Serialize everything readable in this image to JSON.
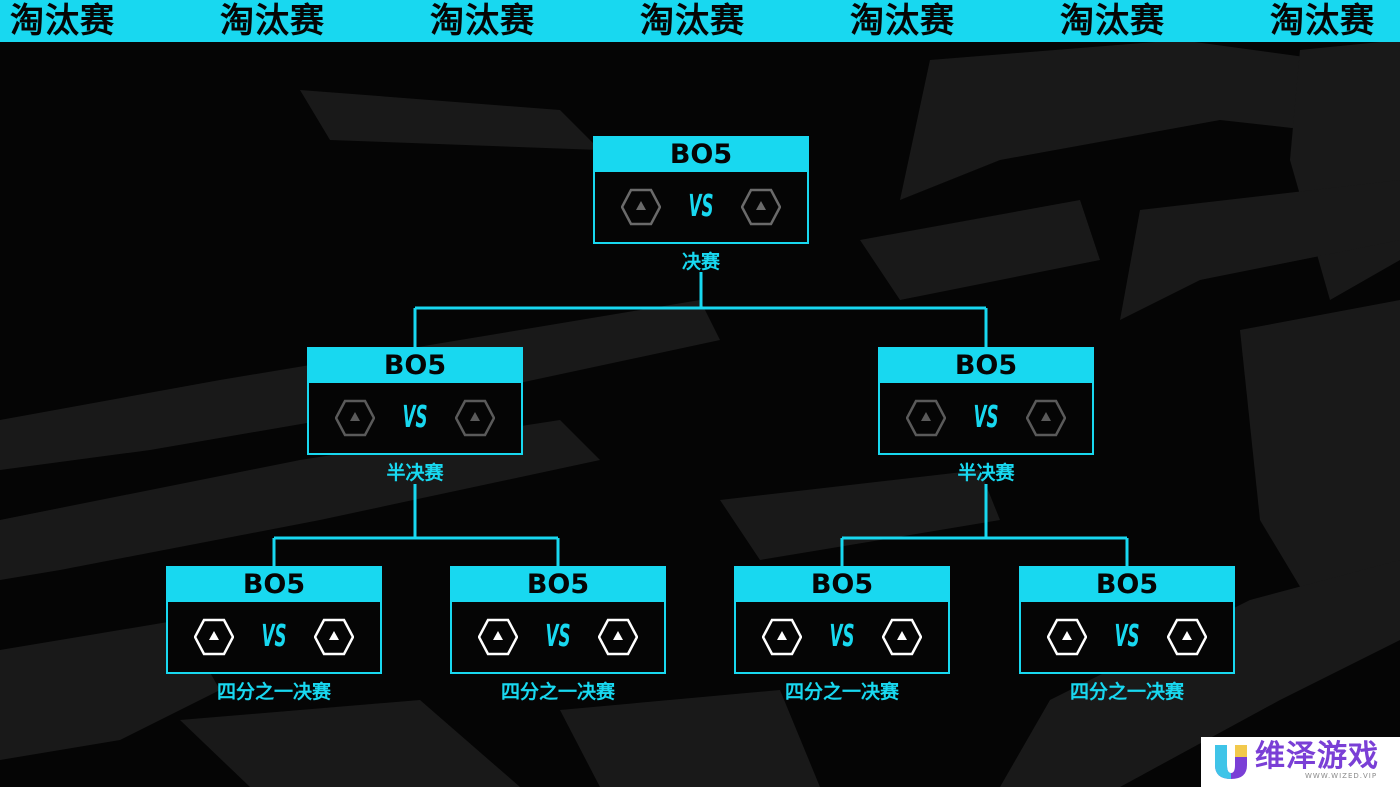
{
  "banner": {
    "words": [
      "淘汰赛",
      "淘汰赛",
      "淘汰赛",
      "淘汰赛",
      "淘汰赛",
      "淘汰赛",
      "淘汰赛"
    ]
  },
  "colors": {
    "accent": "#18d8f0",
    "background": "#050505",
    "texture": "#2a2a2a"
  },
  "bracket": {
    "final": {
      "format": "BO5",
      "vs": "VS",
      "stage": "决赛",
      "team_left_icon": "hexagon-team-placeholder-icon",
      "team_right_icon": "hexagon-team-placeholder-icon"
    },
    "semi_left": {
      "format": "BO5",
      "vs": "VS",
      "stage": "半决赛",
      "team_left_icon": "hexagon-team-placeholder-icon",
      "team_right_icon": "hexagon-team-placeholder-icon"
    },
    "semi_right": {
      "format": "BO5",
      "vs": "VS",
      "stage": "半决赛",
      "team_left_icon": "hexagon-team-placeholder-icon",
      "team_right_icon": "hexagon-team-placeholder-icon"
    },
    "qf1": {
      "format": "BO5",
      "vs": "VS",
      "stage": "四分之一决赛"
    },
    "qf2": {
      "format": "BO5",
      "vs": "VS",
      "stage": "四分之一决赛"
    },
    "qf3": {
      "format": "BO5",
      "vs": "VS",
      "stage": "四分之一决赛"
    },
    "qf4": {
      "format": "BO5",
      "vs": "VS",
      "stage": "四分之一决赛"
    }
  },
  "watermark": {
    "name": "维泽游戏",
    "sub": "WWW.WIZED.VIP"
  }
}
